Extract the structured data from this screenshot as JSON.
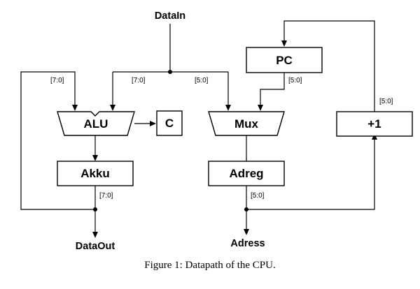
{
  "io": {
    "data_in": "DataIn",
    "data_out": "DataOut",
    "adress": "Adress"
  },
  "blocks": {
    "alu": "ALU",
    "carry": "C",
    "akku": "Akku",
    "mux": "Mux",
    "adreg": "Adreg",
    "pc": "PC",
    "incrementer": "+1"
  },
  "bus_labels": {
    "alu_feedback": "[7:0]",
    "alu_data_in": "[7:0]",
    "mux_data_in": "[5:0]",
    "pc_to_mux": "[5:0]",
    "incrementer_to_pc": "[5:0]",
    "akku_out": "[7:0]",
    "adreg_out": "[5:0]"
  },
  "caption": "Figure 1: Datapath of the CPU."
}
